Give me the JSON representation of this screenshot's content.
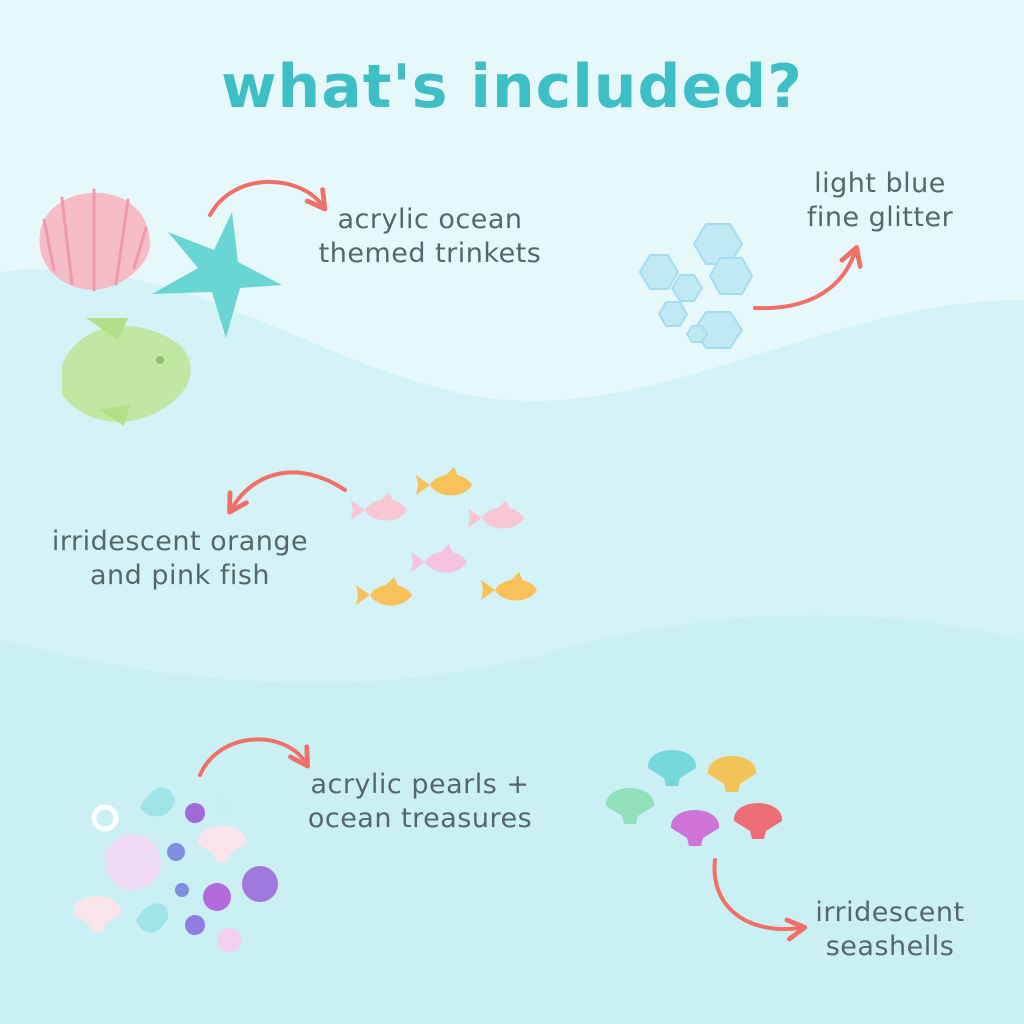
{
  "title": "what's included?",
  "colors": {
    "title": "#3ebfc6",
    "label_text": "#55676b",
    "arrow": "#f07068",
    "bg_top": "#e6f8fa",
    "wave_mid": "#d2f2f5",
    "wave_bottom": "#c9eff3"
  },
  "items": [
    {
      "line1": "acrylic ocean",
      "line2": "themed trinkets",
      "icon": "shell-starfish-fish-trinkets-icon"
    },
    {
      "line1": "light blue",
      "line2": "fine glitter",
      "icon": "hexagon-glitter-icon"
    },
    {
      "line1": "irridescent orange",
      "line2": "and pink fish",
      "icon": "fish-school-icon"
    },
    {
      "line1": "acrylic pearls +",
      "line2": "ocean treasures",
      "icon": "pearls-treasures-icon"
    },
    {
      "line1": "irridescent",
      "line2": "seashells",
      "icon": "rainbow-seashells-icon"
    }
  ]
}
